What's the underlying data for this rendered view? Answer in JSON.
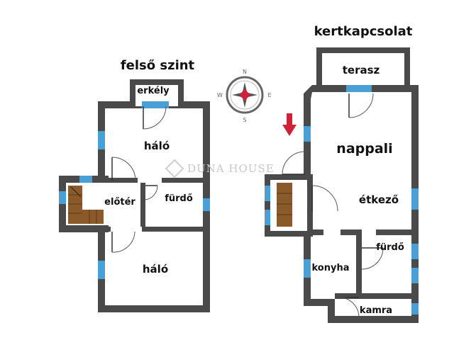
{
  "labels": {
    "upper_floor_title": "felső szint",
    "garden_title": "kertkapcsolat",
    "terasz": "terasz",
    "erkely": "erkély",
    "halo_top": "háló",
    "eloter": "előtér",
    "furdo_left": "fürdő",
    "halo_bottom": "háló",
    "nappali": "nappali",
    "etkezo": "étkező",
    "konyha": "konyha",
    "furdo_right": "fürdő",
    "kamra": "kamra"
  },
  "compass": {
    "north": "N",
    "south": "S",
    "east": "E",
    "west": "W"
  },
  "watermark": {
    "text": "DUNA HOUSE"
  },
  "colors": {
    "wall": "#4a4a4a",
    "window": "#4a9fd4",
    "stairs": "#8b5a2b",
    "entrance_arrow": "#d0213a",
    "compass_needle": "#d0213a"
  }
}
